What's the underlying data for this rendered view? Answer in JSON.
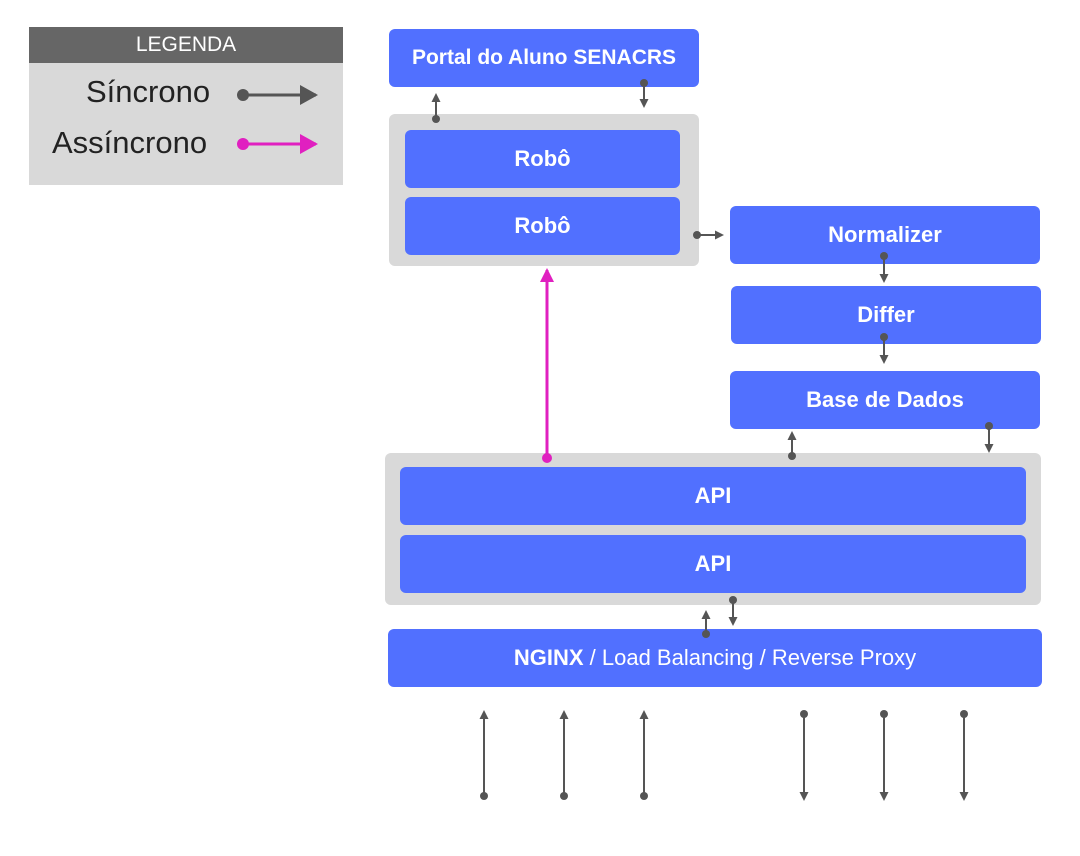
{
  "legend": {
    "title": "LEGENDA",
    "sync_label": "Síncrono",
    "async_label": "Assíncrono"
  },
  "nodes": {
    "portal": "Portal do Aluno SENACRS",
    "robo_1": "Robô",
    "robo_2": "Robô",
    "normalizer": "Normalizer",
    "differ": "Differ",
    "database": "Base de Dados",
    "api_1": "API",
    "api_2": "API",
    "nginx_bold": "NGINX",
    "nginx_rest": " / Load Balancing / Reverse Proxy"
  },
  "colors": {
    "node": "#5170ff",
    "group": "#d9d9d9",
    "sync_arrow": "#555555",
    "async_arrow": "#e020c0",
    "legend_header": "#666666"
  }
}
